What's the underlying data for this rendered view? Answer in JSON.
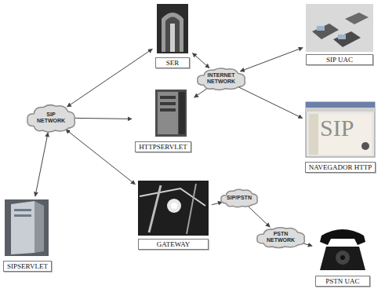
{
  "diagram": {
    "nodes": [
      {
        "text": [
          "SER"
        ]
      },
      {
        "text": [
          "SIP UAC"
        ]
      },
      {
        "text": [
          "INTERNET NETWORK"
        ]
      },
      {
        "text": [
          "SIP NETWORK"
        ]
      },
      {
        "text": [
          "HTTPSERVLET"
        ]
      },
      {
        "text": [
          "NAVEGADOR HTTP"
        ]
      },
      {
        "text": [
          "SIPSERVLET"
        ]
      },
      {
        "text": [
          "GATEWAY"
        ]
      },
      {
        "text": [
          "SIP/PSTN"
        ]
      },
      {
        "text": [
          "PSTN NETWORK"
        ]
      },
      {
        "text": [
          "PSTN UAC"
        ]
      }
    ],
    "edges": [
      {
        "from": 3,
        "to": 0,
        "arrow": "both"
      },
      {
        "from": 2,
        "to": 0,
        "arrow": "both"
      },
      {
        "from": 2,
        "to": 1,
        "arrow": "both"
      },
      {
        "from": 3,
        "to": 4,
        "arrow": "to"
      },
      {
        "from": 2,
        "to": 4,
        "arrow": "to"
      },
      {
        "from": 2,
        "to": 5,
        "arrow": "to"
      },
      {
        "from": 3,
        "to": 6,
        "arrow": "both"
      },
      {
        "from": 3,
        "to": 7,
        "arrow": "both"
      },
      {
        "from": 7,
        "to": 8,
        "arrow": "to"
      },
      {
        "from": 8,
        "to": 9,
        "arrow": "to"
      },
      {
        "from": 9,
        "to": 10,
        "arrow": "to"
      }
    ],
    "labels": [
      "SIP"
    ]
  }
}
